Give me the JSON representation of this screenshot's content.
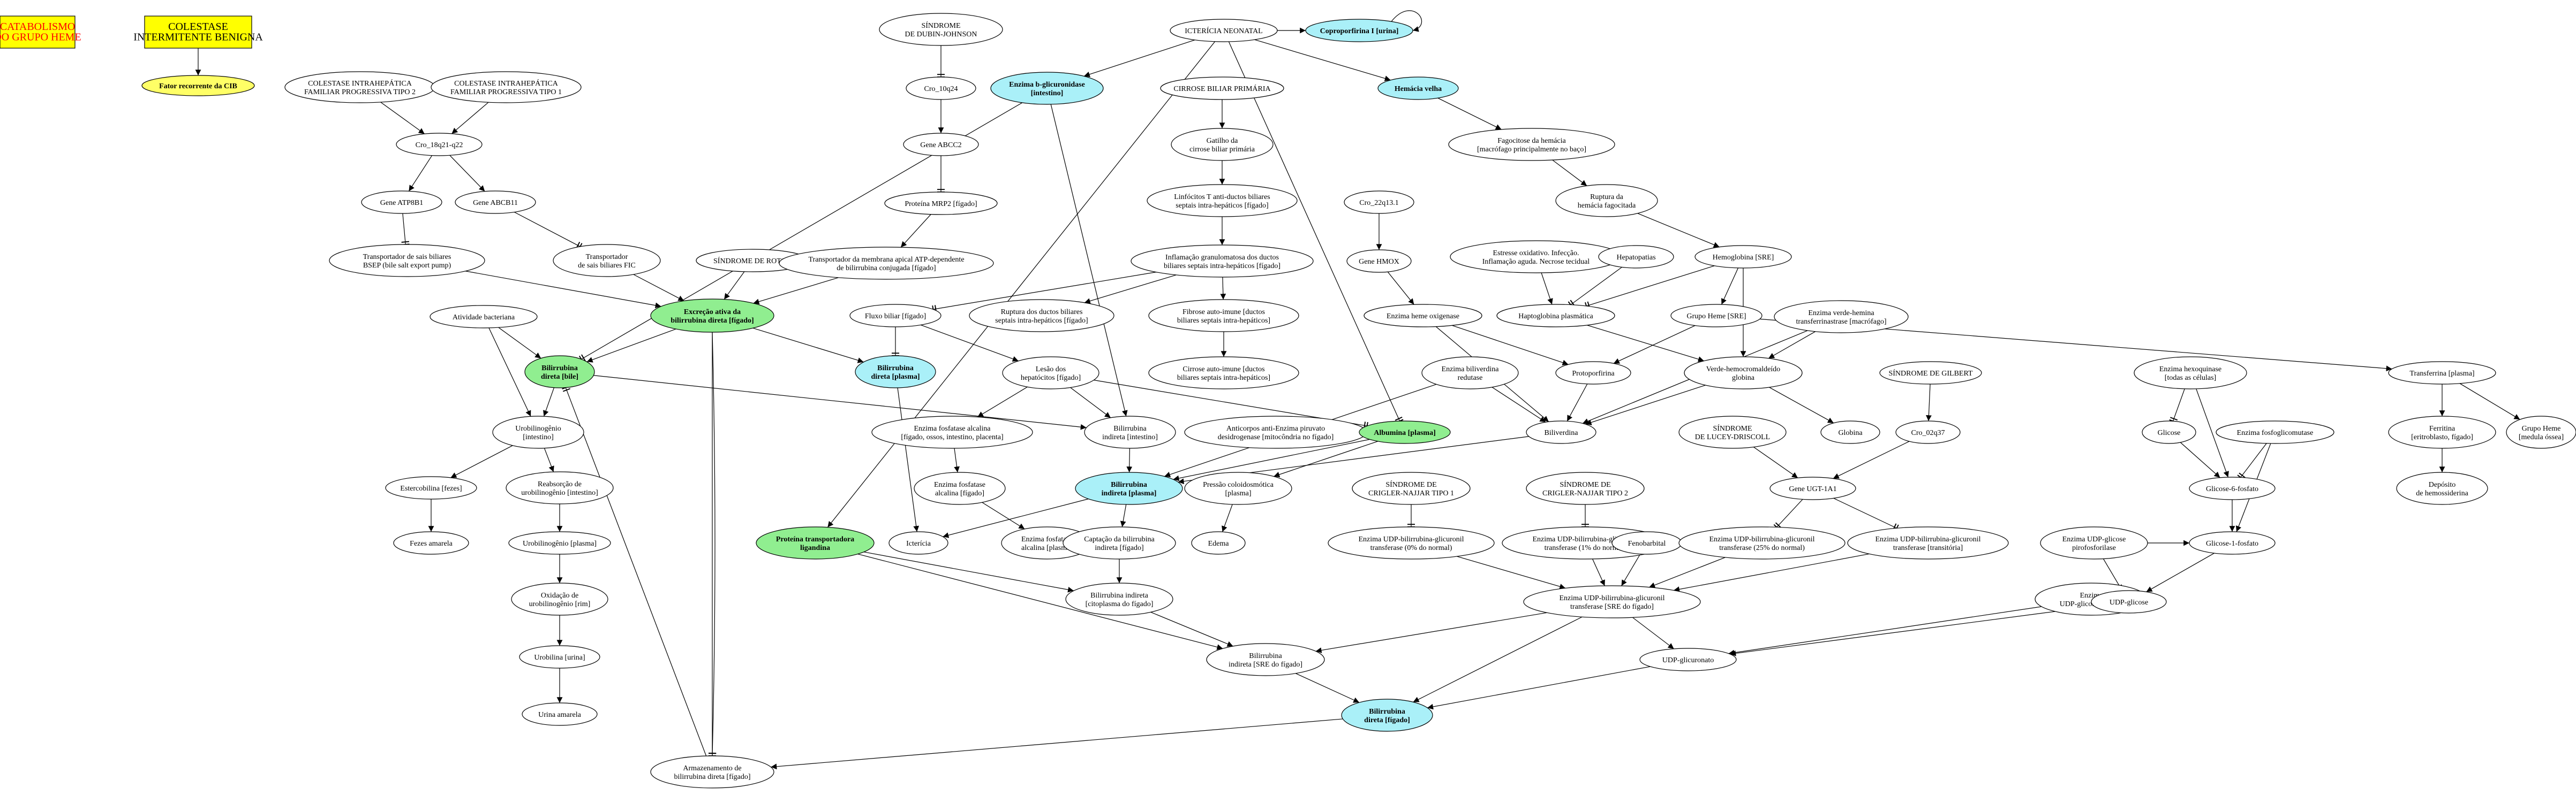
{
  "legend": [
    {
      "id": "leg1",
      "lines": [
        "CATABOLISMO",
        "DO GRUPO HEME"
      ],
      "text_color": "#ff0000",
      "fill": "#ffff00"
    },
    {
      "id": "leg2",
      "lines": [
        "COLESTASE",
        "INTERMITENTE BENIGNA"
      ],
      "text_color": "#000000",
      "fill": "#ffff00"
    }
  ],
  "colors": {
    "cyan": "#aaf0f8",
    "green": "#90ee90",
    "yellow": "#ffff66",
    "white": "#ffffff"
  },
  "nodes": [
    {
      "id": "fator",
      "lines": [
        "Fator recorrente da CIB"
      ],
      "fill": "yellow",
      "bold": true
    },
    {
      "id": "cfi2",
      "lines": [
        "COLESTASE INTRAHEPÁTICA",
        "FAMILIAR PROGRESSIVA TIPO 2"
      ]
    },
    {
      "id": "cfi1",
      "lines": [
        "COLESTASE INTRAHEPÁTICA",
        "FAMILIAR PROGRESSIVA TIPO 1"
      ]
    },
    {
      "id": "cro18",
      "lines": [
        "Cro_18q21-q22"
      ]
    },
    {
      "id": "atp8b1",
      "lines": [
        "Gene ATP8B1"
      ]
    },
    {
      "id": "abcb11",
      "lines": [
        "Gene ABCB11"
      ]
    },
    {
      "id": "bsep",
      "lines": [
        "Transportador de sais biliares",
        "BSEP (bile salt export pump)"
      ]
    },
    {
      "id": "fic",
      "lines": [
        "Transportador",
        "de sais biliares FIC"
      ]
    },
    {
      "id": "rotor",
      "lines": [
        "SÍNDROME DE ROTOR"
      ]
    },
    {
      "id": "dubin",
      "lines": [
        "SÍNDROME",
        "DE DUBIN-JOHNSON"
      ]
    },
    {
      "id": "cro10",
      "lines": [
        "Cro_10q24"
      ]
    },
    {
      "id": "abcc2",
      "lines": [
        "Gene ABCC2"
      ]
    },
    {
      "id": "mrp2",
      "lines": [
        "Proteína MRP2 [fígado]"
      ]
    },
    {
      "id": "transp_memb",
      "lines": [
        "Transportador da membrana apical ATP-dependente",
        "de bilirrubina conjugada [fígado]"
      ]
    },
    {
      "id": "excrecao",
      "lines": [
        "Excreção ativa da",
        "bilirrubina direta [fígado]"
      ],
      "fill": "green",
      "bold": true
    },
    {
      "id": "atividade",
      "lines": [
        "Atividade bacteriana"
      ]
    },
    {
      "id": "bil_bile",
      "lines": [
        "Bilirrubina",
        "direta [bile]"
      ],
      "fill": "green",
      "bold": true
    },
    {
      "id": "bil_plasma_dir",
      "lines": [
        "Bilirrubina",
        "direta [plasma]"
      ],
      "fill": "cyan",
      "bold": true
    },
    {
      "id": "urobilinogenio_int",
      "lines": [
        "Urobilinogênio",
        "[intestino]"
      ]
    },
    {
      "id": "estercobilina",
      "lines": [
        "Estercobilina [fezes]"
      ]
    },
    {
      "id": "fezes",
      "lines": [
        "Fezes amarela"
      ]
    },
    {
      "id": "reabsorcao",
      "lines": [
        "Reabsorção de",
        "urobilinogênio [intestino]"
      ]
    },
    {
      "id": "urob_plasma",
      "lines": [
        "Urobilinogênio [plasma]"
      ]
    },
    {
      "id": "oxidacao",
      "lines": [
        "Oxidação de",
        "urobilinogênio [rim]"
      ]
    },
    {
      "id": "urobilina",
      "lines": [
        "Urobilina [urina]"
      ]
    },
    {
      "id": "urina",
      "lines": [
        "Urina amarela"
      ]
    },
    {
      "id": "ictericia_neo",
      "lines": [
        "ICTERÍCIA NEONATAL"
      ]
    },
    {
      "id": "coproporfirina",
      "lines": [
        "Coproporfirina I [urina]"
      ],
      "fill": "cyan",
      "bold": true
    },
    {
      "id": "enz_bglic",
      "lines": [
        "Enzima b-glicuronidase",
        "[intestino]"
      ],
      "fill": "cyan",
      "bold": true
    },
    {
      "id": "hemacia",
      "lines": [
        "Hemácia velha"
      ],
      "fill": "cyan",
      "bold": true
    },
    {
      "id": "cirrose_prim",
      "lines": [
        "CIRROSE BILIAR PRIMÁRIA"
      ]
    },
    {
      "id": "gatilho",
      "lines": [
        "Gatilho da",
        "cirrose biliar primária"
      ]
    },
    {
      "id": "linfocitos",
      "lines": [
        "Linfócitos T anti-ductos biliares",
        "septais intra-hepáticos [fígado]"
      ]
    },
    {
      "id": "inflamacao",
      "lines": [
        "Inflamação granulomatosa dos ductos",
        "biliares septais intra-hepáticos [fígado]"
      ]
    },
    {
      "id": "fluxo",
      "lines": [
        "Fluxo biliar [fígado]"
      ]
    },
    {
      "id": "ruptura_ductos",
      "lines": [
        "Ruptura dos ductos biliares",
        "septais intra-hepáticos [fígado]"
      ]
    },
    {
      "id": "fibrose",
      "lines": [
        "Fibrose auto-imune [ductos",
        "biliares septais intra-hepáticos]"
      ]
    },
    {
      "id": "cirrose_auto",
      "lines": [
        "Cirrose auto-imune [ductos",
        "biliares septais intra-hepáticos]"
      ]
    },
    {
      "id": "lesao",
      "lines": [
        "Lesão dos",
        "hepatócitos [fígado]"
      ]
    },
    {
      "id": "enz_fa",
      "lines": [
        "Enzima fosfatase alcalina",
        "[fígado, ossos, intestino, placenta]"
      ]
    },
    {
      "id": "enz_fa_fig",
      "lines": [
        "Enzima fosfatase",
        "alcalina [fígado]"
      ]
    },
    {
      "id": "enz_fa_plasma",
      "lines": [
        "Enzima fosfatase",
        "alcalina [plasma]"
      ]
    },
    {
      "id": "bil_ind_int",
      "lines": [
        "Bilirrubina",
        "indireta [intestino]"
      ]
    },
    {
      "id": "anticorpos",
      "lines": [
        "Anticorpos anti-Enzima piruvato",
        "desidrogenase [mitocôndria no fígado]"
      ]
    },
    {
      "id": "albumina",
      "lines": [
        "Albumina [plasma]"
      ],
      "fill": "green",
      "bold": true
    },
    {
      "id": "bil_ind_plasma",
      "lines": [
        "Bilirrubina",
        "indireta [plasma]"
      ],
      "fill": "cyan",
      "bold": true
    },
    {
      "id": "pressao",
      "lines": [
        "Pressão coloidosmótica",
        "[plasma]"
      ]
    },
    {
      "id": "edema",
      "lines": [
        "Edema"
      ]
    },
    {
      "id": "ictericia",
      "lines": [
        "Icterícia"
      ]
    },
    {
      "id": "prot_ligandina",
      "lines": [
        "Proteína transportadora",
        "ligandina"
      ],
      "fill": "green",
      "bold": true
    },
    {
      "id": "captacao",
      "lines": [
        "Captação da bilirrubina",
        "indireta [fígado]"
      ]
    },
    {
      "id": "bil_ind_cit",
      "lines": [
        "Bilirrubina indireta",
        "[citoplasma do fígado]"
      ]
    },
    {
      "id": "bil_ind_sre",
      "lines": [
        "Bilirrubina",
        "indireta [SRE do fígado]"
      ]
    },
    {
      "id": "bil_dir_fig",
      "lines": [
        "Bilirrubina",
        "direta [fígado]"
      ],
      "fill": "cyan",
      "bold": true
    },
    {
      "id": "armazenamento",
      "lines": [
        "Armazenamento de",
        "bilirrubina direta [fígado]"
      ]
    },
    {
      "id": "fagocitose",
      "lines": [
        "Fagocitose da hemácia",
        "[macrófago principalmente no baço]"
      ]
    },
    {
      "id": "ruptura_hem",
      "lines": [
        "Ruptura da",
        "hemácia fagocitada"
      ]
    },
    {
      "id": "cro22",
      "lines": [
        "Cro_22q13.1"
      ]
    },
    {
      "id": "hmox",
      "lines": [
        "Gene HMOX"
      ]
    },
    {
      "id": "enz_heme_ox",
      "lines": [
        "Enzima heme oxigenase"
      ]
    },
    {
      "id": "estresse",
      "lines": [
        "Estresse oxidativo. Infecção.",
        "Inflamação aguda. Necrose tecidual"
      ]
    },
    {
      "id": "hepatopatias",
      "lines": [
        "Hepatopatias"
      ]
    },
    {
      "id": "haptoglobina",
      "lines": [
        "Haptoglobina plasmática"
      ]
    },
    {
      "id": "hemoglobina",
      "lines": [
        "Hemoglobina [SRE]"
      ]
    },
    {
      "id": "grupo_heme_sre",
      "lines": [
        "Grupo Heme [SRE]"
      ]
    },
    {
      "id": "enz_verde",
      "lines": [
        "Enzima verde-hemina",
        "transferrinastrase [macrófago]"
      ]
    },
    {
      "id": "enz_bil_red",
      "lines": [
        "Enzima biliverdina",
        "redutase"
      ]
    },
    {
      "id": "protoporfirina",
      "lines": [
        "Protoporfirina"
      ]
    },
    {
      "id": "verde_hemo",
      "lines": [
        "Verde-hemocromaldeído",
        "globina"
      ]
    },
    {
      "id": "biliverdina",
      "lines": [
        "Biliverdina"
      ]
    },
    {
      "id": "globina",
      "lines": [
        "Globina"
      ]
    },
    {
      "id": "gilbert",
      "lines": [
        "SÍNDROME DE GILBERT"
      ]
    },
    {
      "id": "cro2",
      "lines": [
        "Cro_02q37"
      ]
    },
    {
      "id": "lucey",
      "lines": [
        "SÍNDROME",
        "DE LUCEY-DRISCOLL"
      ]
    },
    {
      "id": "ugt1a1",
      "lines": [
        "Gene UGT-1A1"
      ]
    },
    {
      "id": "crigler1",
      "lines": [
        "SÍNDROME DE",
        "CRIGLER-NAJJAR TIPO 1"
      ]
    },
    {
      "id": "crigler2",
      "lines": [
        "SÍNDROME DE",
        "CRIGLER-NAJJAR TIPO 2"
      ]
    },
    {
      "id": "enz_udp_0",
      "lines": [
        "Enzima UDP-bilirrubina-glicuronil",
        "transferase (0% do normal)"
      ]
    },
    {
      "id": "enz_udp_1",
      "lines": [
        "Enzima UDP-bilirrubina-glicuronil",
        "transferase (1% do normal)"
      ]
    },
    {
      "id": "fenobarbital",
      "lines": [
        "Fenobarbital"
      ]
    },
    {
      "id": "enz_udp_25",
      "lines": [
        "Enzima UDP-bilirrubina-glicuronil",
        "transferase (25% do normal)"
      ]
    },
    {
      "id": "enz_udp_trans",
      "lines": [
        "Enzima UDP-bilirrubina-glicuronil",
        "transferase [transitória]"
      ]
    },
    {
      "id": "enz_udp_sre",
      "lines": [
        "Enzima UDP-bilirrubina-glicuronil",
        "transferase [SRE do fígado]"
      ]
    },
    {
      "id": "enz_hexo",
      "lines": [
        "Enzima hexoquinase",
        "[todas as células]"
      ]
    },
    {
      "id": "glicose",
      "lines": [
        "Glicose"
      ]
    },
    {
      "id": "enz_fosfo",
      "lines": [
        "Enzima fosfoglicomutase"
      ]
    },
    {
      "id": "g6f",
      "lines": [
        "Glicose-6-fosfato"
      ]
    },
    {
      "id": "enz_udp_piro",
      "lines": [
        "Enzima UDP-glicose",
        "pirofosforilase"
      ]
    },
    {
      "id": "g1f",
      "lines": [
        "Glicose-1-fosfato"
      ]
    },
    {
      "id": "enz_udp_desid",
      "lines": [
        "Enzima",
        "UDP-glicose oxidase"
      ]
    },
    {
      "id": "udp_glicose",
      "lines": [
        "UDP-glicose"
      ]
    },
    {
      "id": "udp_glicuronato",
      "lines": [
        "UDP-glicuronato"
      ]
    },
    {
      "id": "transferrina",
      "lines": [
        "Transferrina [plasma]"
      ]
    },
    {
      "id": "ferritina",
      "lines": [
        "Ferritina",
        "[eritroblasto, fígado]"
      ]
    },
    {
      "id": "deposito",
      "lines": [
        "Depósito",
        "de hemossiderina"
      ]
    },
    {
      "id": "grupo_heme_med",
      "lines": [
        "Grupo Heme",
        "[medula óssea]"
      ]
    }
  ],
  "edges": [
    [
      "leg2",
      "fator",
      "normal"
    ],
    [
      "cfi2",
      "cro18",
      "normal"
    ],
    [
      "cfi1",
      "cro18",
      "normal"
    ],
    [
      "cro18",
      "atp8b1",
      "normal"
    ],
    [
      "cro18",
      "abcb11",
      "normal"
    ],
    [
      "atp8b1",
      "bsep",
      "tee"
    ],
    [
      "abcb11",
      "fic",
      "tee"
    ],
    [
      "bsep",
      "excrecao",
      "normal"
    ],
    [
      "fic",
      "excrecao",
      "normal"
    ],
    [
      "rotor",
      "excrecao",
      "normal"
    ],
    [
      "dubin",
      "cro10",
      "tee"
    ],
    [
      "cro10",
      "abcc2",
      "normal"
    ],
    [
      "abcc2",
      "mrp2",
      "tee"
    ],
    [
      "mrp2",
      "transp_memb",
      "normal"
    ],
    [
      "transp_memb",
      "excrecao",
      "normal"
    ],
    [
      "excrecao",
      "bil_bile",
      "normal"
    ],
    [
      "excrecao",
      "bil_plasma_dir",
      "normal"
    ],
    [
      "excrecao",
      "armazenamento",
      "tee"
    ],
    [
      "excrecao",
      "armazenamento",
      "tee"
    ],
    [
      "atividade",
      "bil_bile",
      "normal"
    ],
    [
      "atividade",
      "urobilinogenio_int",
      "normal"
    ],
    [
      "bil_bile",
      "urobilinogenio_int",
      "normal"
    ],
    [
      "bil_bile",
      "bil_ind_int",
      "normal"
    ],
    [
      "urobilinogenio_int",
      "estercobilina",
      "normal"
    ],
    [
      "urobilinogenio_int",
      "reabsorcao",
      "normal"
    ],
    [
      "estercobilina",
      "fezes",
      "normal"
    ],
    [
      "reabsorcao",
      "urob_plasma",
      "normal"
    ],
    [
      "urob_plasma",
      "oxidacao",
      "normal"
    ],
    [
      "oxidacao",
      "urobilina",
      "normal"
    ],
    [
      "urobilina",
      "urina",
      "normal"
    ],
    [
      "bil_plasma_dir",
      "ictericia",
      "normal"
    ],
    [
      "ictericia_neo",
      "coproporfirina",
      "normal"
    ],
    [
      "coproporfirina",
      "coproporfirina",
      "normal"
    ],
    [
      "ictericia_neo",
      "enz_bglic",
      "normal"
    ],
    [
      "ictericia_neo",
      "hemacia",
      "normal"
    ],
    [
      "ictericia_neo",
      "albumina",
      "tee"
    ],
    [
      "ictericia_neo",
      "prot_ligandina",
      "normal"
    ],
    [
      "enz_bglic",
      "bil_bile",
      "tee"
    ],
    [
      "enz_bglic",
      "bil_ind_int",
      "normal"
    ],
    [
      "hemacia",
      "fagocitose",
      "normal"
    ],
    [
      "cirrose_prim",
      "gatilho",
      "normal"
    ],
    [
      "gatilho",
      "linfocitos",
      "normal"
    ],
    [
      "linfocitos",
      "inflamacao",
      "normal"
    ],
    [
      "inflamacao",
      "fluxo",
      "tee"
    ],
    [
      "inflamacao",
      "ruptura_ductos",
      "normal"
    ],
    [
      "inflamacao",
      "fibrose",
      "normal"
    ],
    [
      "fibrose",
      "cirrose_auto",
      "normal"
    ],
    [
      "fluxo",
      "bil_plasma_dir",
      "tee"
    ],
    [
      "fluxo",
      "lesao",
      "normal"
    ],
    [
      "lesao",
      "enz_fa",
      "normal"
    ],
    [
      "lesao",
      "bil_ind_int",
      "normal"
    ],
    [
      "lesao",
      "albumina",
      "tee"
    ],
    [
      "enz_fa",
      "enz_fa_fig",
      "normal"
    ],
    [
      "enz_fa_fig",
      "enz_fa_plasma",
      "normal"
    ],
    [
      "bil_ind_int",
      "bil_ind_plasma",
      "normal"
    ],
    [
      "albumina",
      "bil_ind_plasma",
      "normal"
    ],
    [
      "albumina",
      "pressao",
      "normal"
    ],
    [
      "pressao",
      "edema",
      "normal"
    ],
    [
      "bil_ind_plasma",
      "ictericia",
      "normal"
    ],
    [
      "bil_ind_plasma",
      "captacao",
      "normal"
    ],
    [
      "captacao",
      "bil_ind_cit",
      "normal"
    ],
    [
      "prot_ligandina",
      "bil_ind_cit",
      "normal"
    ],
    [
      "prot_ligandina",
      "bil_ind_sre",
      "normal"
    ],
    [
      "bil_ind_cit",
      "bil_ind_sre",
      "normal"
    ],
    [
      "bil_ind_sre",
      "bil_dir_fig",
      "normal"
    ],
    [
      "bil_dir_fig",
      "armazenamento",
      "normal"
    ],
    [
      "armazenamento",
      "bil_bile",
      "tee"
    ],
    [
      "fagocitose",
      "ruptura_hem",
      "normal"
    ],
    [
      "ruptura_hem",
      "hemoglobina",
      "normal"
    ],
    [
      "hemoglobina",
      "grupo_heme_sre",
      "normal"
    ],
    [
      "hemoglobina",
      "haptoglobina",
      "tee"
    ],
    [
      "hemoglobina",
      "verde_hemo",
      "normal"
    ],
    [
      "cro22",
      "hmox",
      "normal"
    ],
    [
      "hmox",
      "enz_heme_ox",
      "normal"
    ],
    [
      "estresse",
      "haptoglobina",
      "normal"
    ],
    [
      "hepatopatias",
      "haptoglobina",
      "tee"
    ],
    [
      "haptoglobina",
      "verde_hemo",
      "normal"
    ],
    [
      "enz_heme_ox",
      "protoporfirina",
      "normal"
    ],
    [
      "enz_heme_ox",
      "biliverdina",
      "normal"
    ],
    [
      "grupo_heme_sre",
      "protoporfirina",
      "normal"
    ],
    [
      "grupo_heme_sre",
      "transferrina",
      "normal"
    ],
    [
      "enz_verde",
      "verde_hemo",
      "normal"
    ],
    [
      "enz_verde",
      "biliverdina",
      "normal"
    ],
    [
      "verde_hemo",
      "biliverdina",
      "normal"
    ],
    [
      "verde_hemo",
      "globina",
      "normal"
    ],
    [
      "protoporfirina",
      "biliverdina",
      "normal"
    ],
    [
      "enz_bil_red",
      "biliverdina",
      "normal"
    ],
    [
      "enz_bil_red",
      "bil_ind_plasma",
      "normal"
    ],
    [
      "biliverdina",
      "bil_ind_plasma",
      "normal"
    ],
    [
      "gilbert",
      "cro2",
      "normal"
    ],
    [
      "cro2",
      "ugt1a1",
      "normal"
    ],
    [
      "lucey",
      "ugt1a1",
      "normal"
    ],
    [
      "ugt1a1",
      "enz_udp_25",
      "tee"
    ],
    [
      "ugt1a1",
      "enz_udp_trans",
      "tee"
    ],
    [
      "crigler1",
      "enz_udp_0",
      "tee"
    ],
    [
      "crigler2",
      "enz_udp_1",
      "tee"
    ],
    [
      "enz_udp_0",
      "enz_udp_sre",
      "normal"
    ],
    [
      "enz_udp_1",
      "enz_udp_sre",
      "normal"
    ],
    [
      "fenobarbital",
      "enz_udp_sre",
      "normal"
    ],
    [
      "enz_udp_25",
      "enz_udp_sre",
      "normal"
    ],
    [
      "enz_udp_trans",
      "enz_udp_sre",
      "normal"
    ],
    [
      "enz_udp_sre",
      "bil_ind_sre",
      "normal"
    ],
    [
      "enz_udp_sre",
      "bil_dir_fig",
      "normal"
    ],
    [
      "enz_udp_sre",
      "udp_glicuronato",
      "normal"
    ],
    [
      "enz_hexo",
      "glicose",
      "tee"
    ],
    [
      "enz_hexo",
      "g6f",
      "normal"
    ],
    [
      "glicose",
      "g6f",
      "normal"
    ],
    [
      "enz_fosfo",
      "g6f",
      "tee"
    ],
    [
      "enz_fosfo",
      "g1f",
      "normal"
    ],
    [
      "g6f",
      "g1f",
      "normal"
    ],
    [
      "enz_udp_piro",
      "g1f",
      "normal"
    ],
    [
      "enz_udp_piro",
      "udp_glicose",
      "normal"
    ],
    [
      "g1f",
      "udp_glicose",
      "normal"
    ],
    [
      "enz_udp_desid",
      "udp_glicose",
      "normal"
    ],
    [
      "enz_udp_desid",
      "udp_glicuronato",
      "normal"
    ],
    [
      "udp_glicose",
      "udp_glicuronato",
      "normal"
    ],
    [
      "udp_glicuronato",
      "bil_dir_fig",
      "normal"
    ],
    [
      "transferrina",
      "ferritina",
      "normal"
    ],
    [
      "transferrina",
      "grupo_heme_med",
      "normal"
    ],
    [
      "ferritina",
      "deposito",
      "normal"
    ]
  ]
}
